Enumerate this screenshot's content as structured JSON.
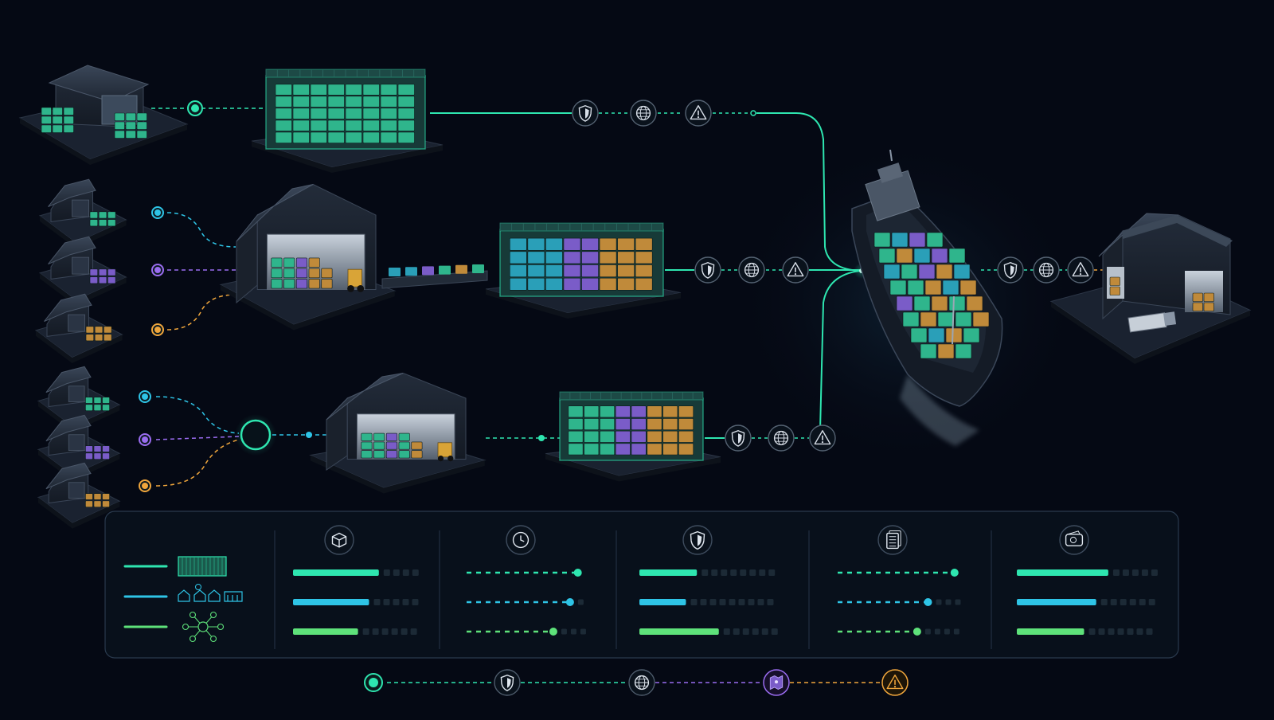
{
  "colors": {
    "background": "#050914",
    "teal": "#2ee6b0",
    "cyan": "#2ec4e6",
    "green": "#5ee27a",
    "purple": "#9a6cf0",
    "orange": "#f0a63c",
    "panel_border": "#2a3a4e",
    "track": "#1c2a36"
  },
  "icons": {
    "shield": "shield-icon",
    "globe": "globe-icon",
    "warning": "warning-icon",
    "cube": "cube-icon",
    "clock": "clock-icon",
    "document": "document-icon",
    "wallet": "wallet-icon",
    "map": "map-icon"
  },
  "legend": [
    {
      "color": "teal",
      "symbol": "container"
    },
    {
      "color": "cyan",
      "symbol": "warehouses"
    },
    {
      "color": "green",
      "symbol": "network"
    }
  ],
  "metrics": [
    {
      "icon": "cube",
      "style": "bar",
      "levels": [
        0.7,
        0.62,
        0.53
      ]
    },
    {
      "icon": "clock",
      "style": "dot",
      "levels": [
        1.0,
        0.93,
        0.78
      ]
    },
    {
      "icon": "shield",
      "style": "bar",
      "levels": [
        0.42,
        0.34,
        0.58
      ]
    },
    {
      "icon": "document",
      "style": "dot",
      "levels": [
        0.97,
        0.75,
        0.66
      ]
    },
    {
      "icon": "wallet",
      "style": "bar",
      "levels": [
        0.68,
        0.59,
        0.5
      ]
    }
  ],
  "bottom_chain": [
    {
      "icon": "node",
      "line_color": "teal"
    },
    {
      "icon": "shield",
      "line_color": "teal"
    },
    {
      "icon": "globe",
      "line_color": "purple"
    },
    {
      "icon": "map",
      "line_color": "orange"
    },
    {
      "icon": "warning"
    }
  ]
}
